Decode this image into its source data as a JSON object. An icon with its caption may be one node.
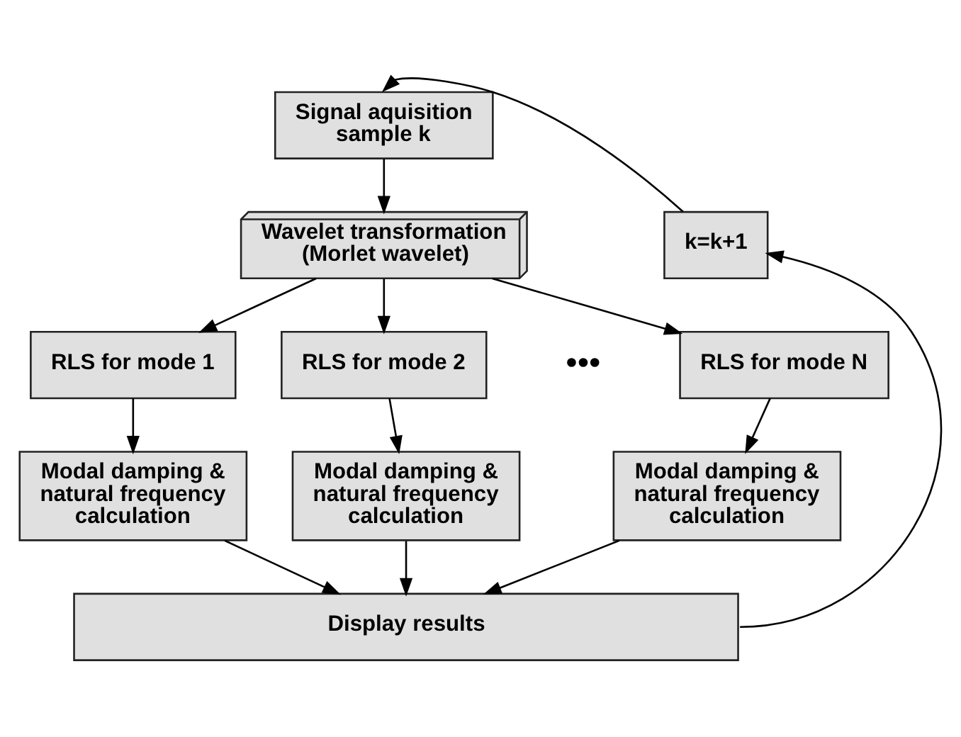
{
  "diagram": {
    "nodes": [
      {
        "text": [
          "Signal aquisition sample k"
        ]
      },
      {
        "text": [
          "Wavelet transformation (Morlet wavelet)"
        ]
      },
      {
        "text": [
          "RLS for mode 1"
        ]
      },
      {
        "text": [
          "RLS for mode 2"
        ]
      },
      {
        "text": [
          "RLS for mode N"
        ]
      },
      {
        "text": [
          "Modal damping & natural frequency calculation"
        ]
      },
      {
        "text": [
          "Modal damping & natural frequency calculation"
        ]
      },
      {
        "text": [
          "Modal damping & natural frequency calculation"
        ]
      },
      {
        "text": [
          "Display results"
        ]
      },
      {
        "text": [
          "k=k+1"
        ]
      }
    ],
    "edges": [
      {
        "from": 0,
        "to": 1,
        "arrow": "to"
      },
      {
        "from": 1,
        "to": 2,
        "arrow": "to"
      },
      {
        "from": 1,
        "to": 3,
        "arrow": "to"
      },
      {
        "from": 1,
        "to": 4,
        "arrow": "to"
      },
      {
        "from": 2,
        "to": 5,
        "arrow": "to"
      },
      {
        "from": 3,
        "to": 6,
        "arrow": "to"
      },
      {
        "from": 4,
        "to": 7,
        "arrow": "to"
      },
      {
        "from": 5,
        "to": 8,
        "arrow": "to"
      },
      {
        "from": 6,
        "to": 8,
        "arrow": "to"
      },
      {
        "from": 7,
        "to": 8,
        "arrow": "to"
      },
      {
        "from": 8,
        "to": 9,
        "arrow": "to"
      },
      {
        "from": 9,
        "to": 0,
        "arrow": "to"
      }
    ],
    "labels": [
      "•••"
    ]
  }
}
